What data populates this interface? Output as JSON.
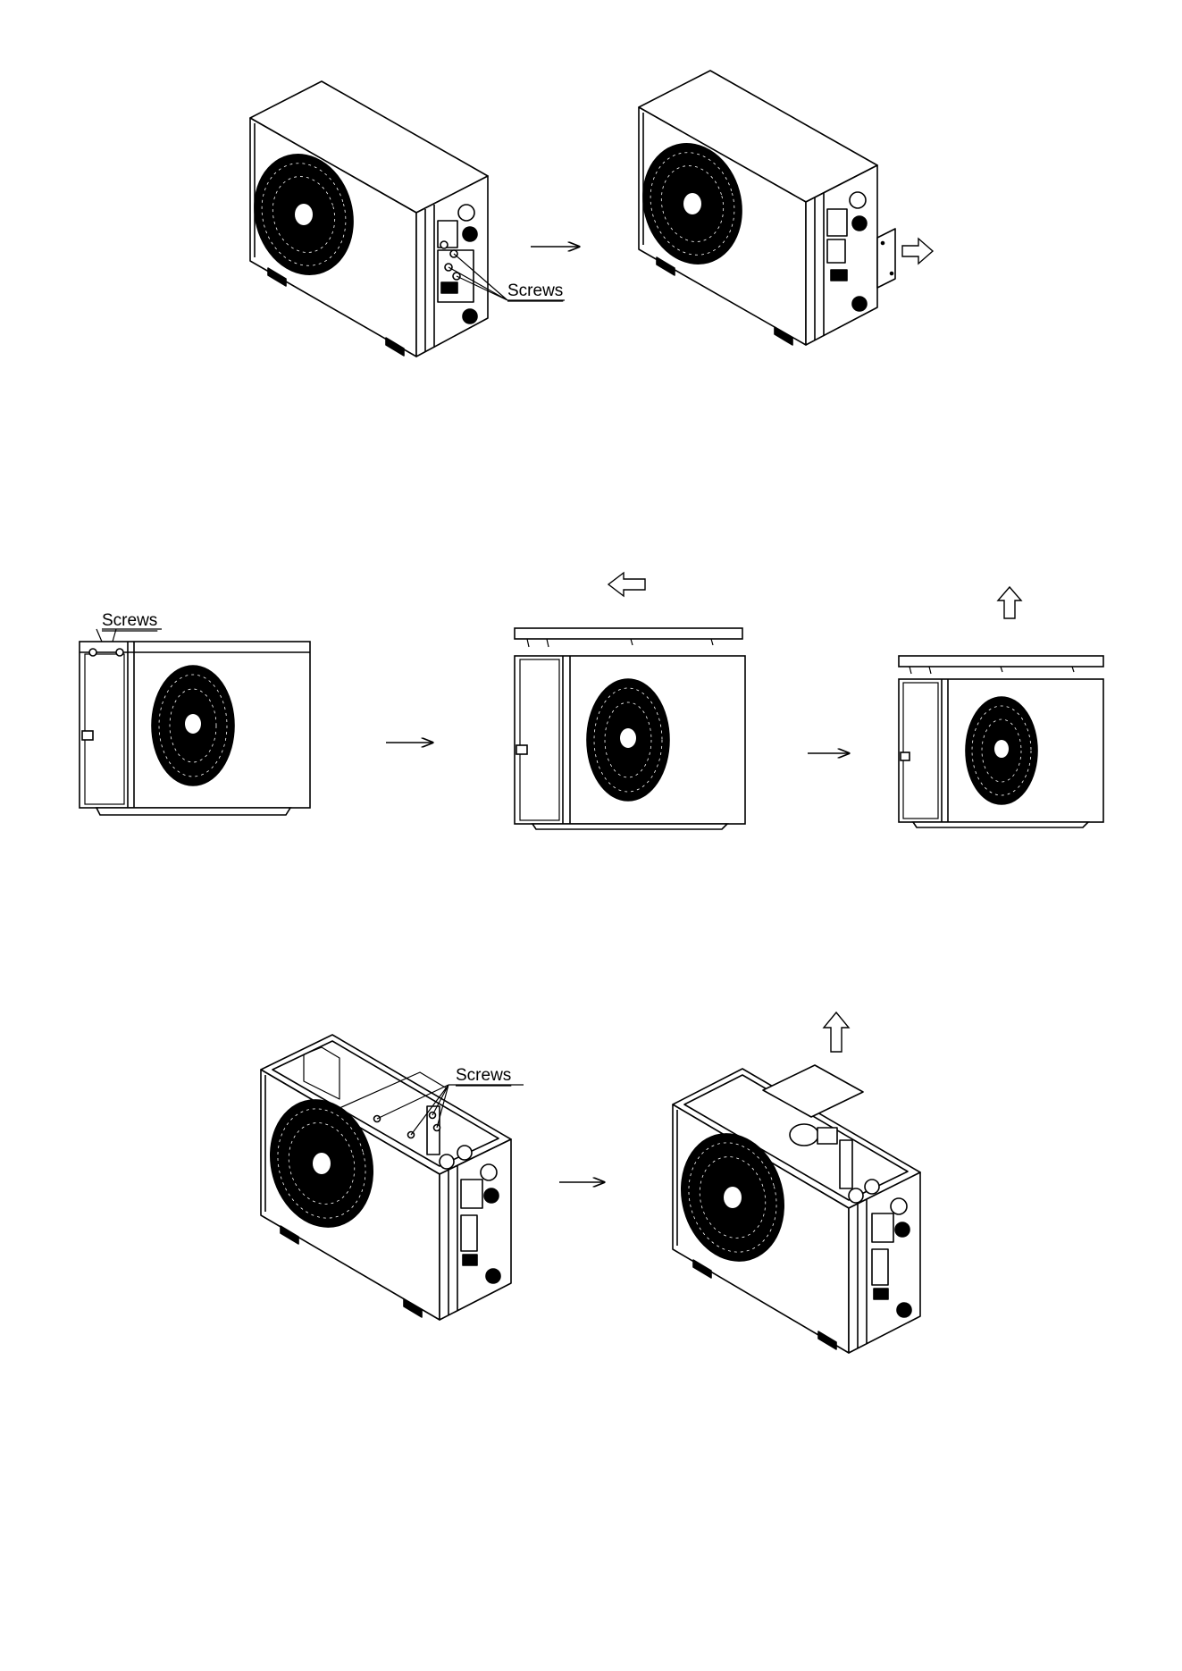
{
  "labels": {
    "screws_1": "Screws",
    "screws_2": "Screws",
    "screws_3": "Screws"
  },
  "colors": {
    "line": "#000000",
    "panel": "#ffffff"
  },
  "icons": [
    "fan-grille-icon",
    "screw-icon",
    "arrow-right-icon",
    "hollow-arrow-icon"
  ]
}
